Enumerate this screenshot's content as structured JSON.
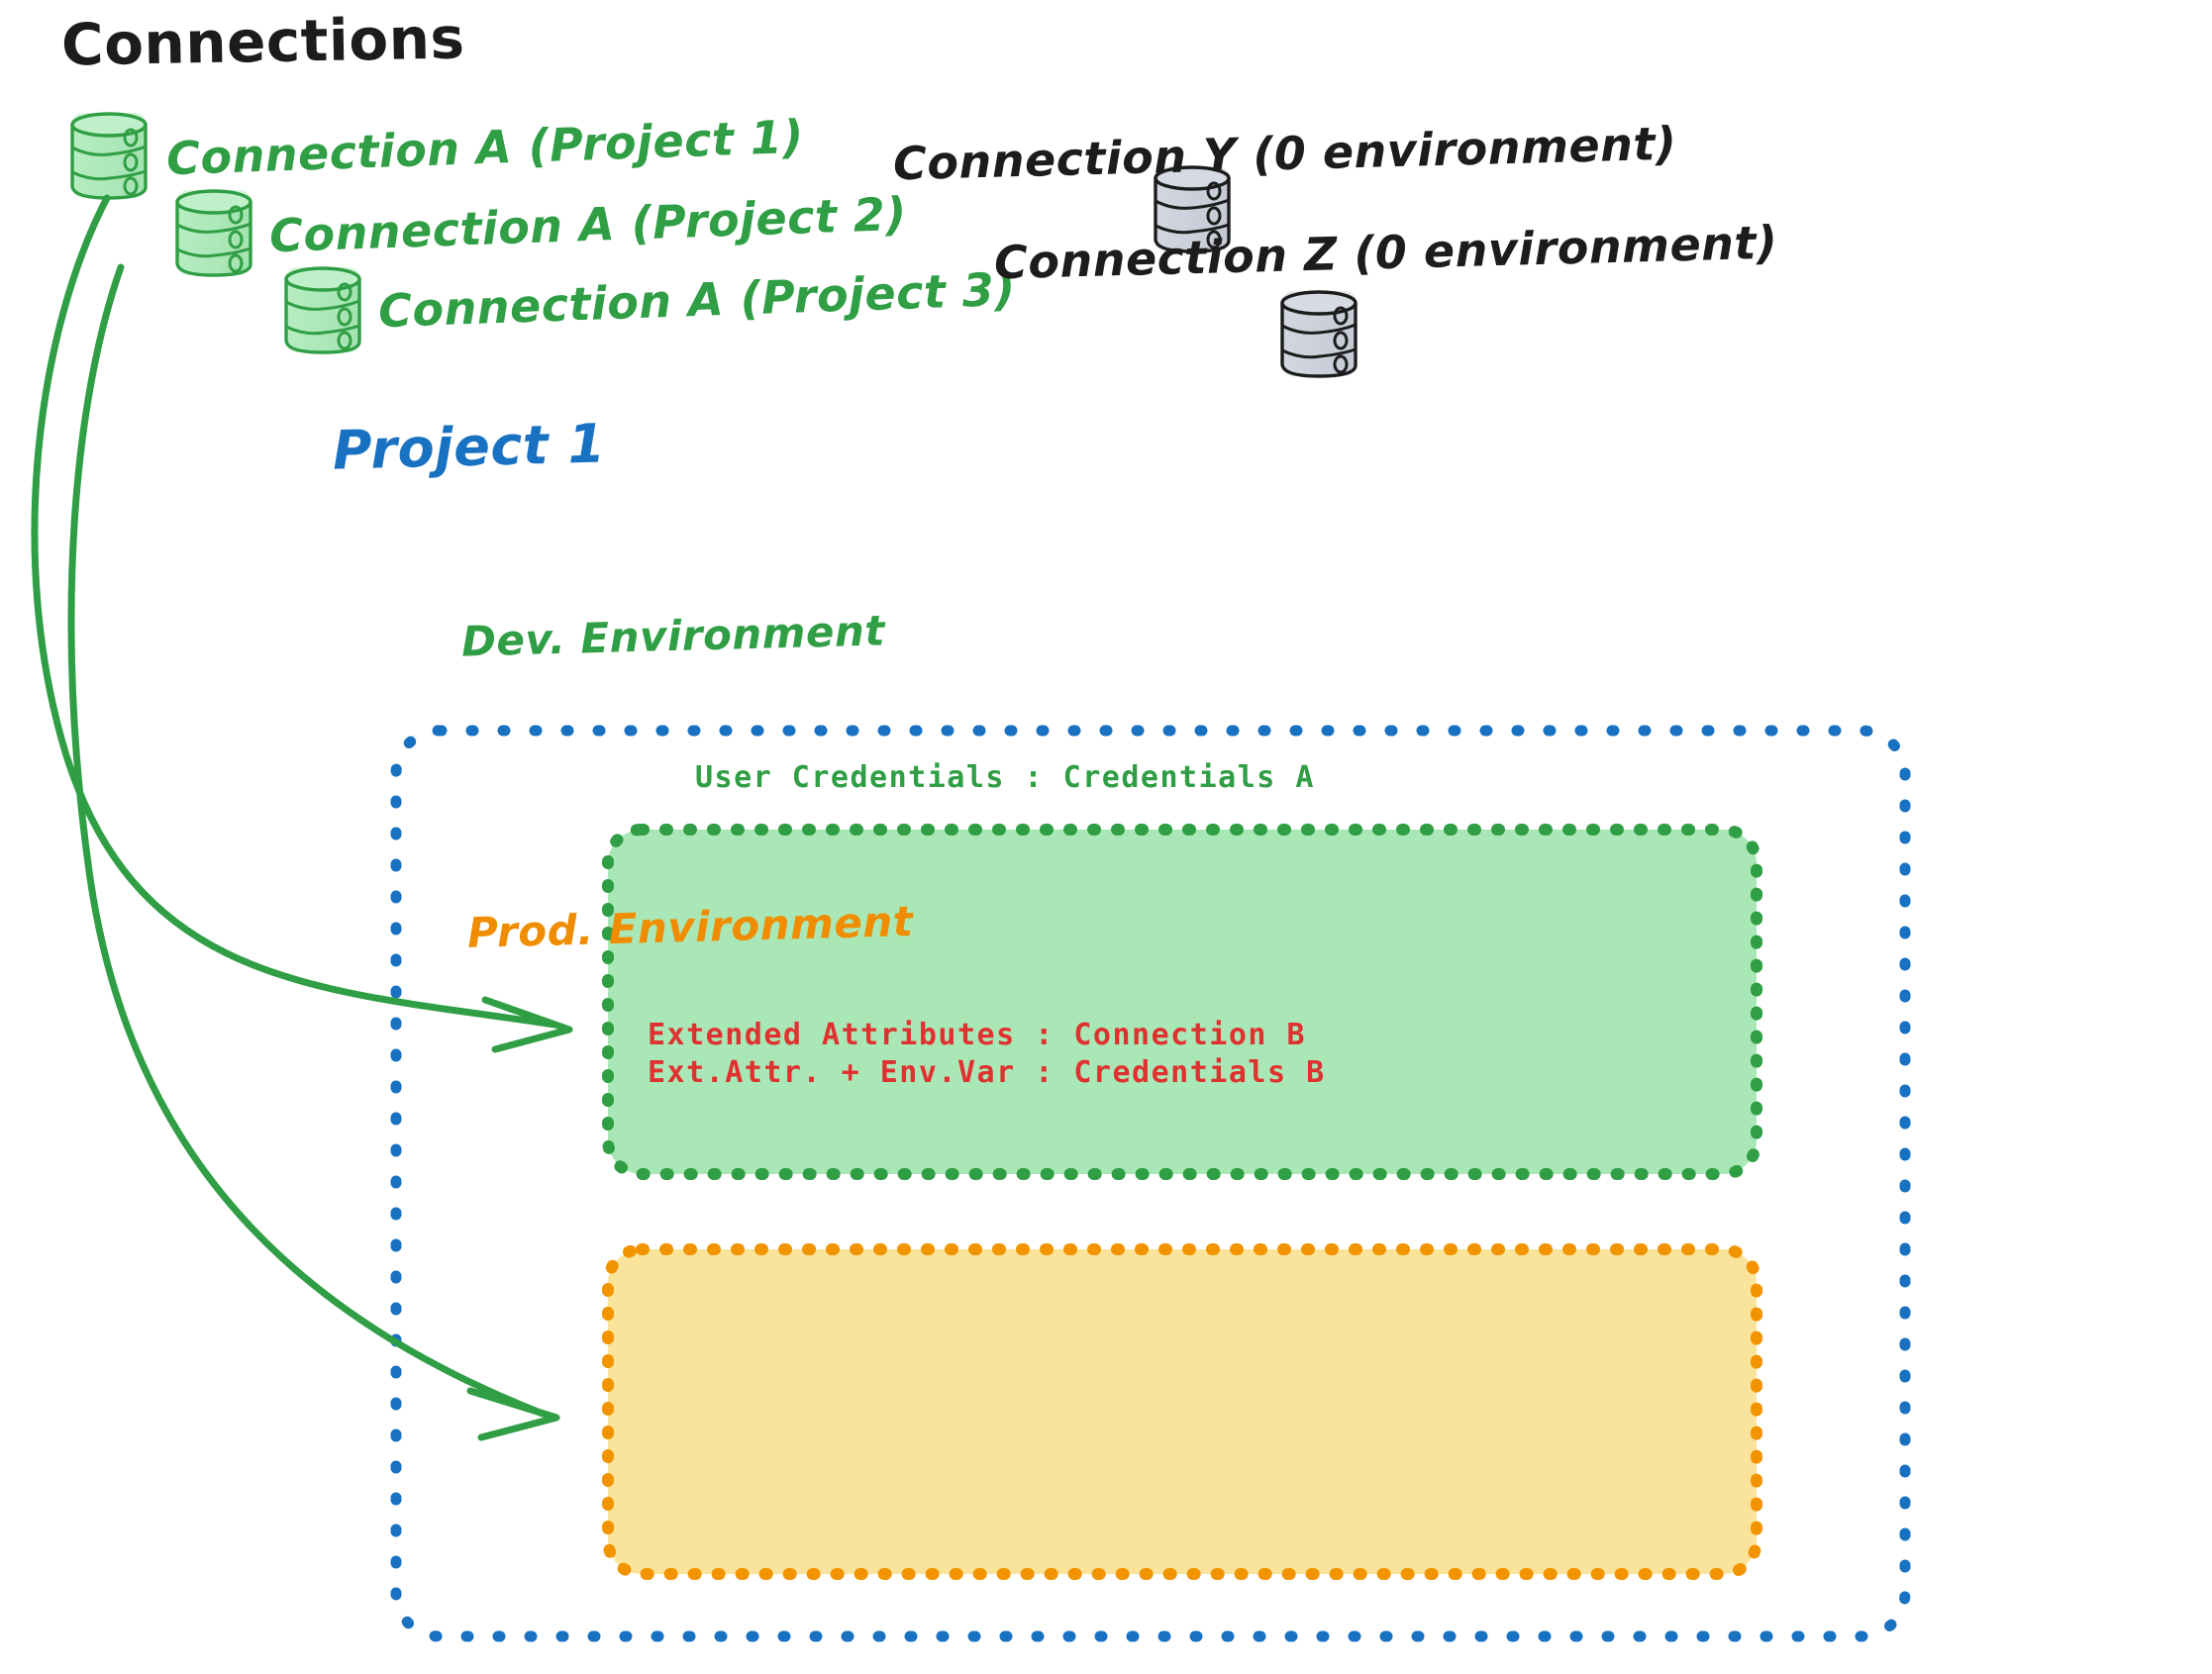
{
  "diagram": {
    "title": "Connections",
    "title_color": "#1c1c1c",
    "background": "#ffffff"
  },
  "connections": {
    "green": {
      "color": "#2f9e44",
      "fill": "#A9E8B6",
      "items": [
        {
          "label": "Connection A (Project 1)",
          "icon": "database-icon"
        },
        {
          "label": "Connection A (Project 2)",
          "icon": "database-icon"
        },
        {
          "label": "Connection A (Project 3)",
          "icon": "database-icon"
        }
      ]
    },
    "gray": {
      "color": "#1c1c1c",
      "fill": "#CBCFD9",
      "items": [
        {
          "label": "Connection Y (0 environment)",
          "icon": "database-icon"
        },
        {
          "label": "Connection Z (0 environment)",
          "icon": "database-icon"
        }
      ]
    }
  },
  "project": {
    "label": "Project 1",
    "color": "#1971c2",
    "border_style": "dotted",
    "environments": [
      {
        "name": "dev",
        "title": "Dev. Environment",
        "title_color": "#2f9e44",
        "fill": "#A9E8B6",
        "border_color": "#2f9e44",
        "lines": [
          {
            "text": "User Credentials : Credentials A",
            "color": "#2f9e44"
          }
        ]
      },
      {
        "name": "prod",
        "title": "Prod. Environment",
        "title_color": "#f08c00",
        "fill": "#FAE39A",
        "border_color": "#F29400",
        "lines": [
          {
            "text": "Extended Attributes : Connection B",
            "color": "#e03131"
          },
          {
            "text": "Ext.Attr. + Env.Var : Credentials B",
            "color": "#e03131"
          }
        ]
      }
    ]
  },
  "arrows": {
    "color": "#2f9e44",
    "count": 2,
    "from": "Connection A (Project 1)",
    "to": [
      "Dev. Environment",
      "Prod. Environment"
    ]
  }
}
